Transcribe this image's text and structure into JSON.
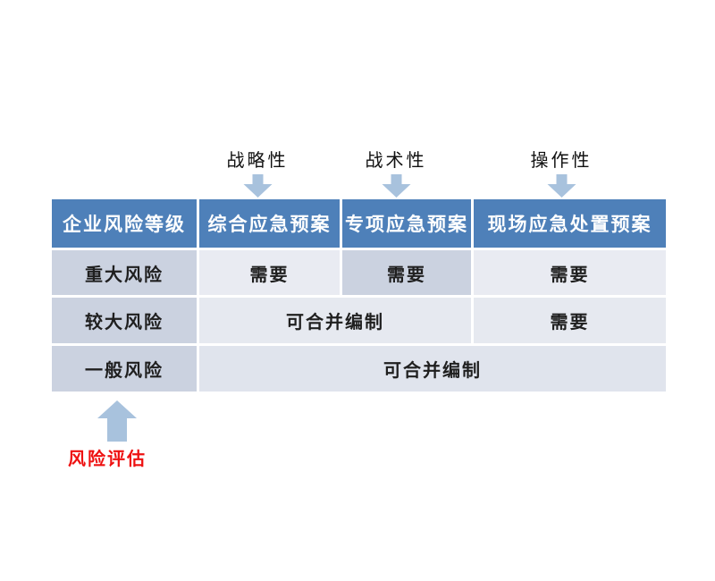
{
  "annotations": {
    "top": [
      {
        "label": "战略性"
      },
      {
        "label": "战术性"
      },
      {
        "label": "操作性"
      }
    ],
    "bottom": {
      "label": "风险评估"
    }
  },
  "table": {
    "headers": [
      "企业风险等级",
      "综合应急预案",
      "专项应急预案",
      "现场应急处置预案"
    ],
    "rows": [
      {
        "level": "重大风险",
        "cells": [
          "需要",
          "需要",
          "需要"
        ]
      },
      {
        "level": "较大风险",
        "cells": [
          "可合并编制",
          "需要"
        ]
      },
      {
        "level": "一般风险",
        "cells": [
          "可合并编制"
        ]
      }
    ]
  },
  "colors": {
    "header_bg": "#4E80B9",
    "header_text": "#FFFFFF",
    "dark_cell_bg": "#CBD2E0",
    "light_cell_bg": "#E9EBF2",
    "mid_cell_bg": "#E6E9F0",
    "merged_row3_bg": "#E0E4ED",
    "arrow": "#A8C2DD",
    "assessment_label": "#EE1111",
    "body_text": "#1F1F1F"
  }
}
